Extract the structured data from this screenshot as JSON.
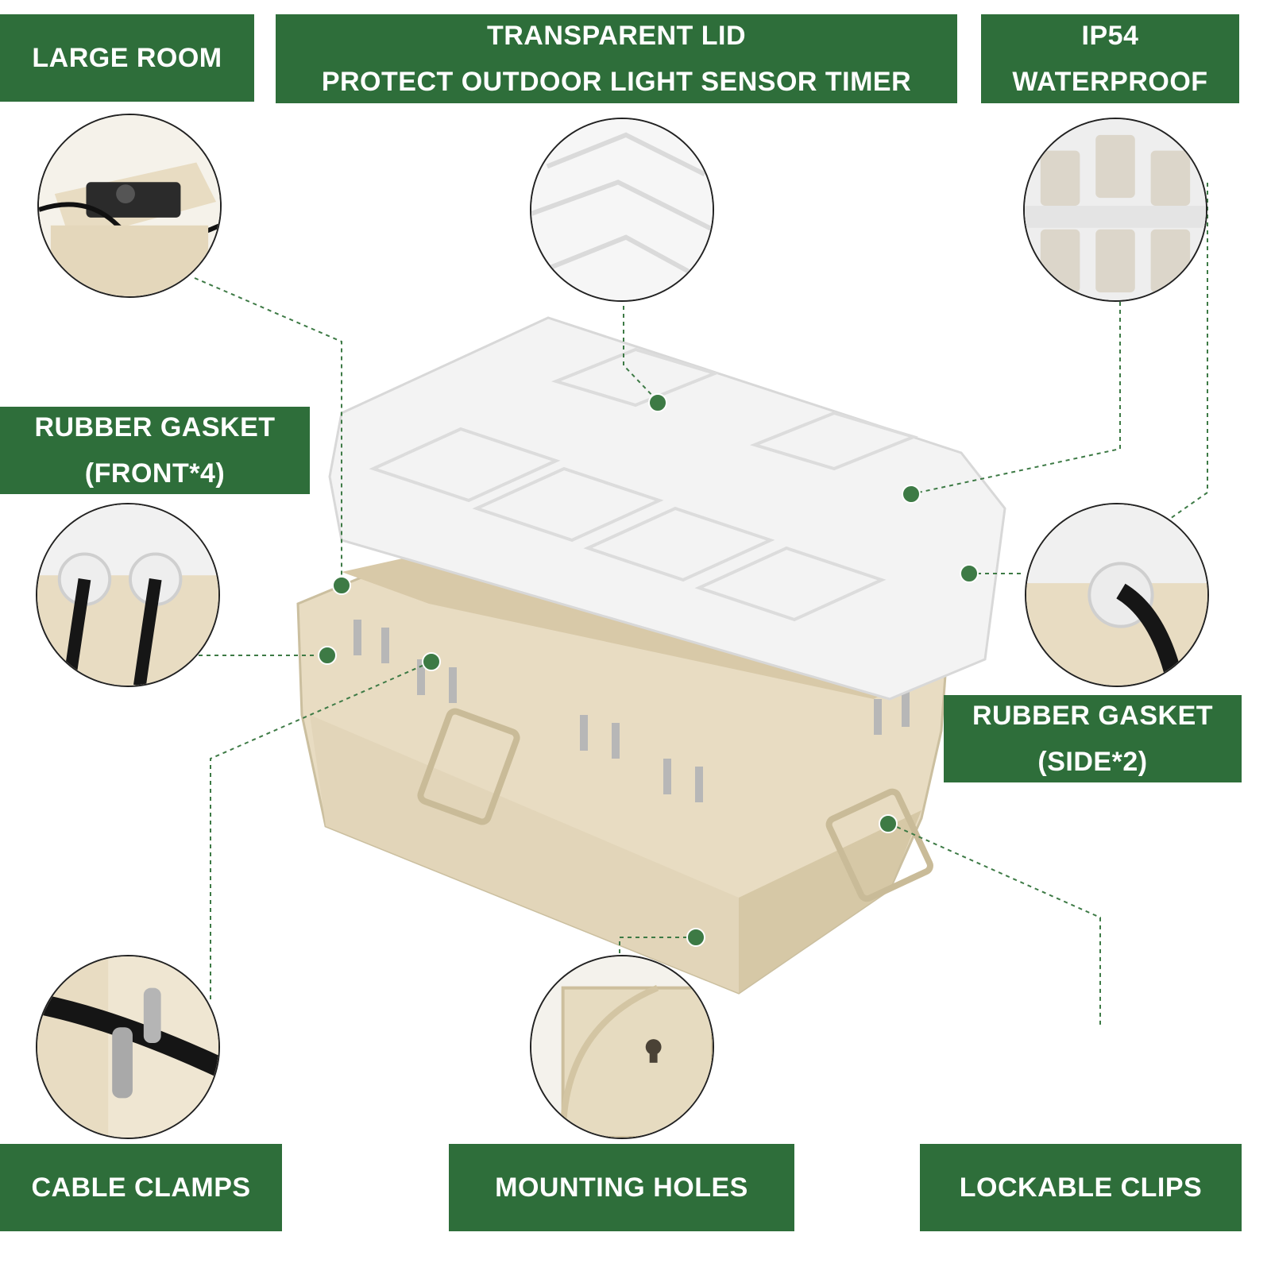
{
  "labels": {
    "large_room": "LARGE ROOM",
    "lid_line1": "TRANSPARENT LID",
    "lid_line2": "PROTECT OUTDOOR LIGHT SENSOR TIMER",
    "ip_line1": "IP54",
    "ip_line2": "WATERPROOF",
    "gasket_front_line1": "RUBBER GASKET",
    "gasket_front_line2": "(FRONT*4)",
    "gasket_side_line1": "RUBBER GASKET",
    "gasket_side_line2": "(SIDE*2)",
    "cable_clamps": "CABLE CLAMPS",
    "mounting_holes": "MOUNTING HOLES",
    "lockable_clips": "LOCKABLE CLIPS"
  },
  "colors": {
    "label_green": "#2e6e3a",
    "dot_green": "#3d7a45",
    "box_beige": "#e8dcc2",
    "lid_clear": "#f1f1f1"
  }
}
